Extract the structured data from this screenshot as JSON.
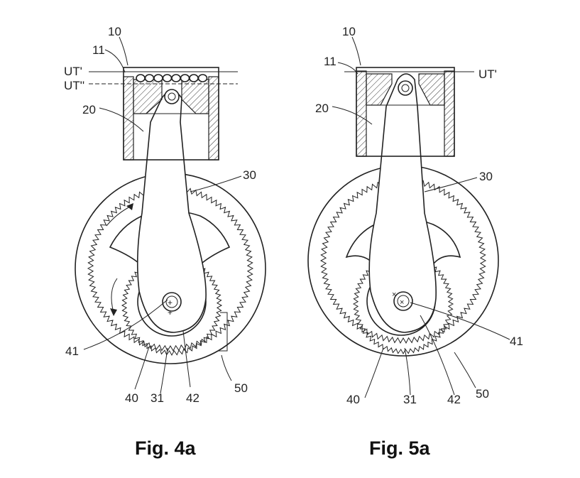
{
  "figures": [
    {
      "caption": "Fig. 4a",
      "labels": {
        "l10": "10",
        "l11": "11",
        "ut1": "UT'",
        "ut2": "UT''",
        "l20": "20",
        "l30": "30",
        "l41": "41",
        "l40": "40",
        "l31": "31",
        "l42": "42",
        "l50": "50"
      }
    },
    {
      "caption": "Fig. 5a",
      "labels": {
        "l10": "10",
        "l11": "11",
        "ut1": "UT'",
        "l20": "20",
        "l30": "30",
        "l41": "41",
        "l40": "40",
        "l31": "31",
        "l42": "42",
        "l50": "50"
      }
    }
  ]
}
